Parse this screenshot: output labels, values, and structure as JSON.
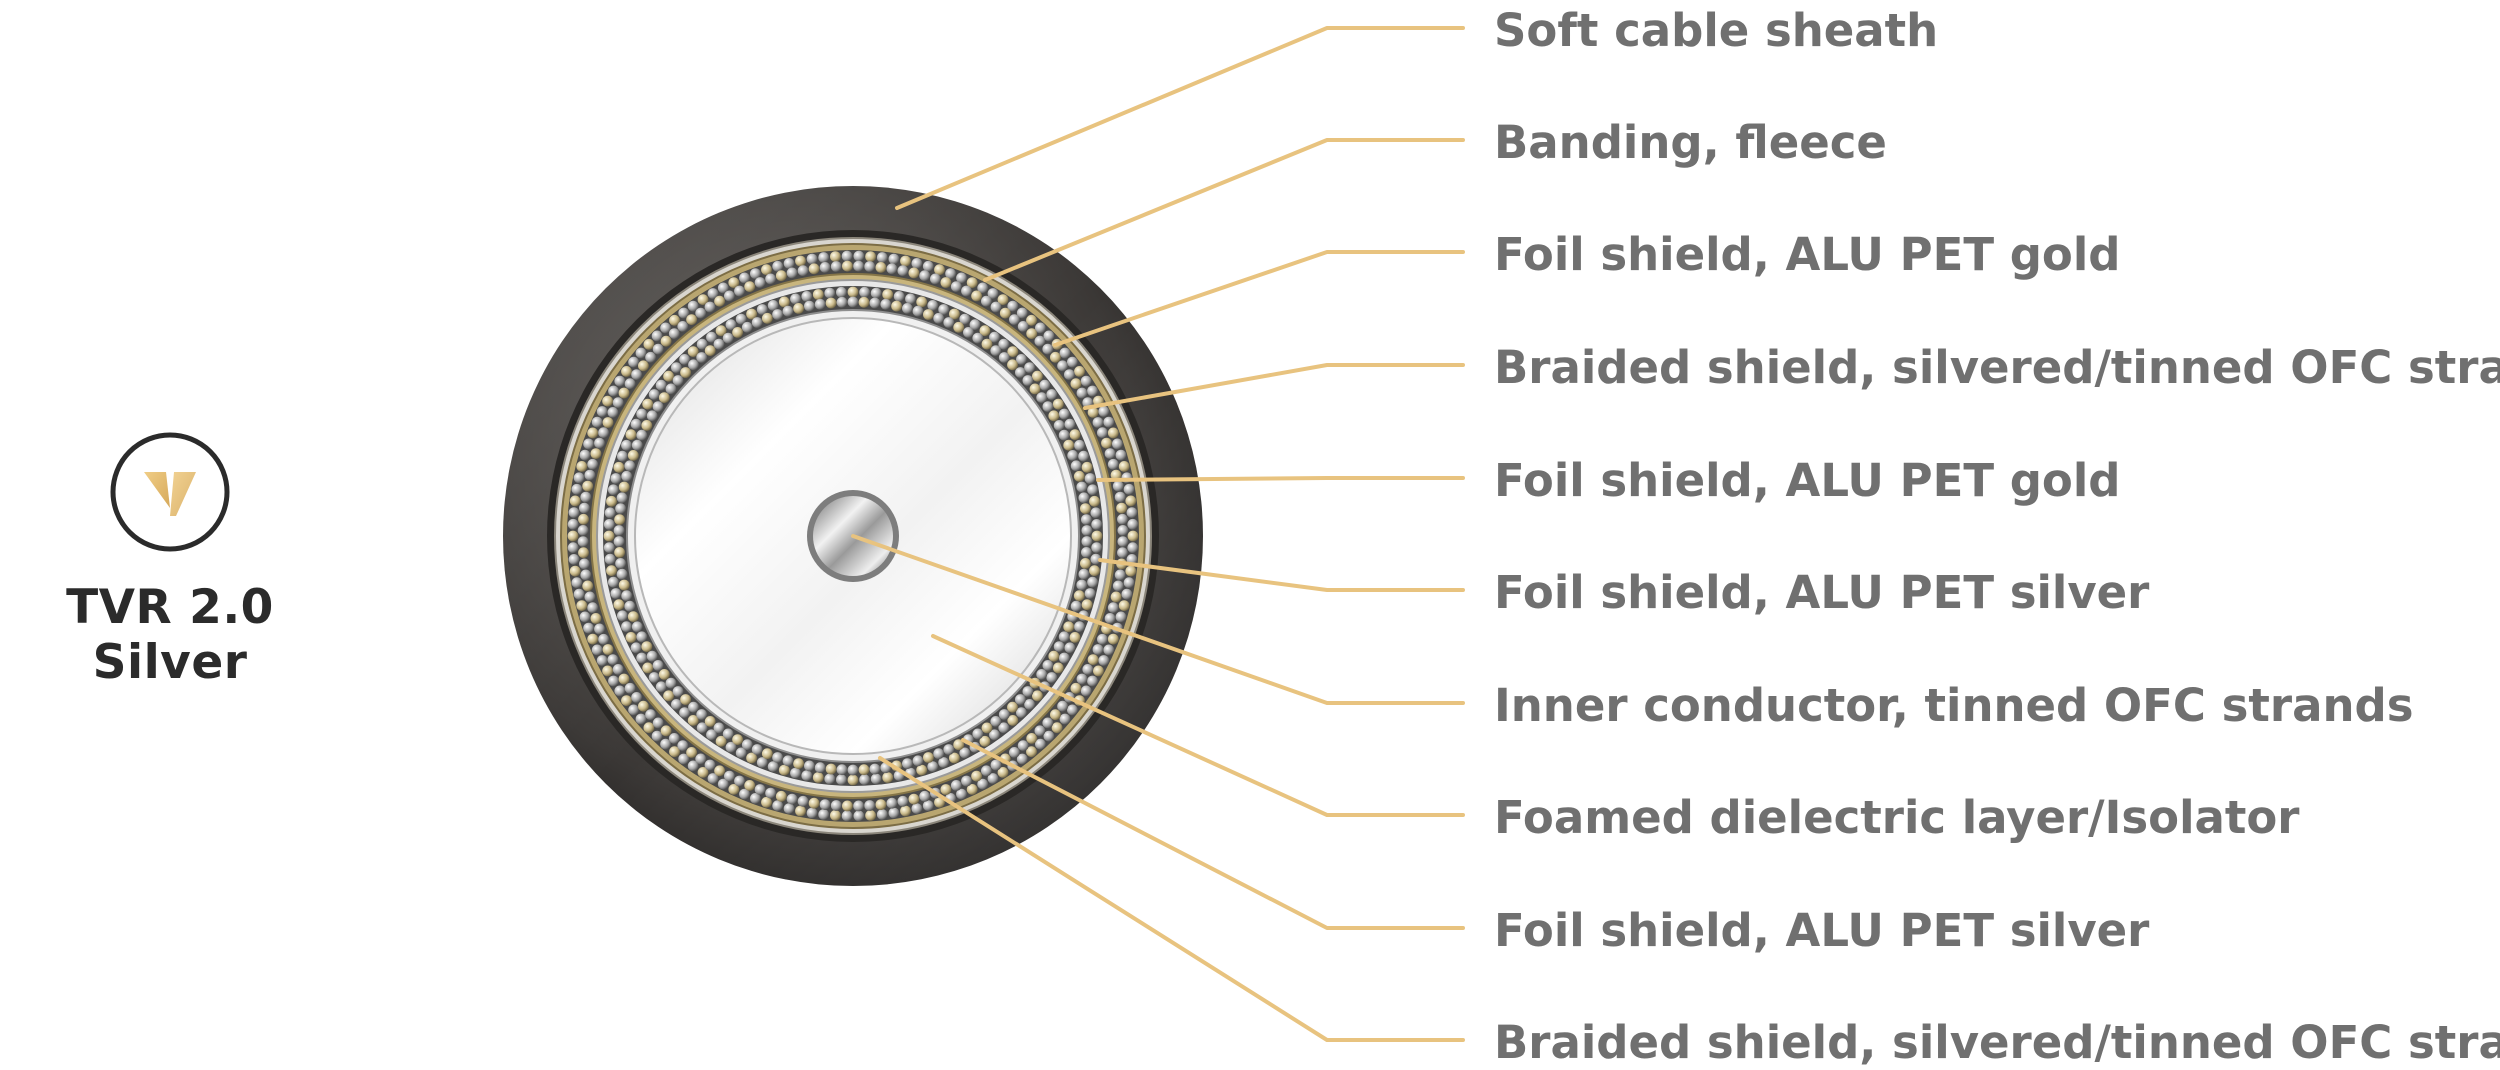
{
  "product": {
    "name": "TVR 2.0 Silver"
  },
  "colors": {
    "leader": "#e8c37f",
    "label_text": "#707070",
    "brand_text": "#2b2b2b",
    "logo_gold": "#e2b86a"
  },
  "icons": {
    "logo": "v-logo-icon"
  },
  "labels": [
    {
      "text": "Soft cable sheath"
    },
    {
      "text": "Banding, fleece"
    },
    {
      "text": "Foil shield, ALU PET gold"
    },
    {
      "text": "Braided shield, silvered/tinned OFC strands"
    },
    {
      "text": "Foil shield, ALU PET gold"
    },
    {
      "text": "Foil shield, ALU PET silver"
    },
    {
      "text": "Inner conductor, tinned OFC strands"
    },
    {
      "text": "Foamed dielectric layer/Isolator"
    },
    {
      "text": "Foil shield, ALU PET silver"
    },
    {
      "text": "Braided shield, silvered/tinned OFC strands"
    }
  ]
}
